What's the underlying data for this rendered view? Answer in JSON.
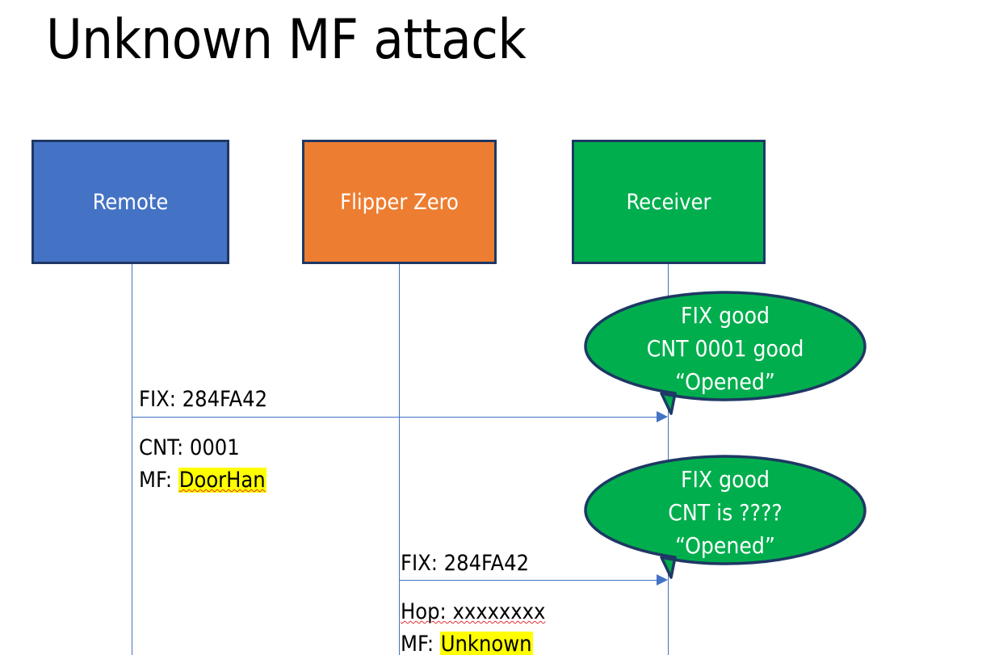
{
  "slide": {
    "title": "Unknown MF attack",
    "colors": {
      "remote": "#4472C4",
      "flipper": "#ED7D31",
      "receiver": "#00AE4D",
      "bubble_fill": "#00AE4D",
      "bubble_stroke": "#1F3864",
      "box_border": "#1F3864",
      "arrow": "#4472C4",
      "highlight": "#FFFF00",
      "squiggle": "#E03030"
    }
  },
  "actors": [
    {
      "id": "remote",
      "label": "Remote"
    },
    {
      "id": "flipper",
      "label": "Flipper Zero"
    },
    {
      "id": "receiver",
      "label": "Receiver"
    }
  ],
  "messages": [
    {
      "id": "msg-1",
      "from": "remote",
      "to": "receiver",
      "lines": [
        {
          "text": "FIX: 284FA42",
          "highlight": false,
          "squiggle": false
        },
        {
          "text": "CNT: 0001",
          "highlight": false,
          "squiggle": false
        }
      ],
      "field_label": "MF:",
      "field_value": "DoorHan",
      "field_highlight": true,
      "field_squiggle": true
    },
    {
      "id": "msg-2",
      "from": "flipper",
      "to": "receiver",
      "lines": [
        {
          "text": "FIX: 284FA42",
          "highlight": false,
          "squiggle": false
        },
        {
          "text": "Hop: xxxxxxxx",
          "highlight": false,
          "squiggle": true
        }
      ],
      "field_label": "MF:",
      "field_value": "Unknown",
      "field_highlight": true,
      "field_squiggle": false
    }
  ],
  "bubbles": [
    {
      "id": "bubble-1",
      "lines": [
        "FIX good",
        "CNT 0001 good",
        "“Opened”"
      ]
    },
    {
      "id": "bubble-2",
      "lines": [
        "FIX good",
        "CNT is ????",
        "“Opened”"
      ]
    }
  ]
}
